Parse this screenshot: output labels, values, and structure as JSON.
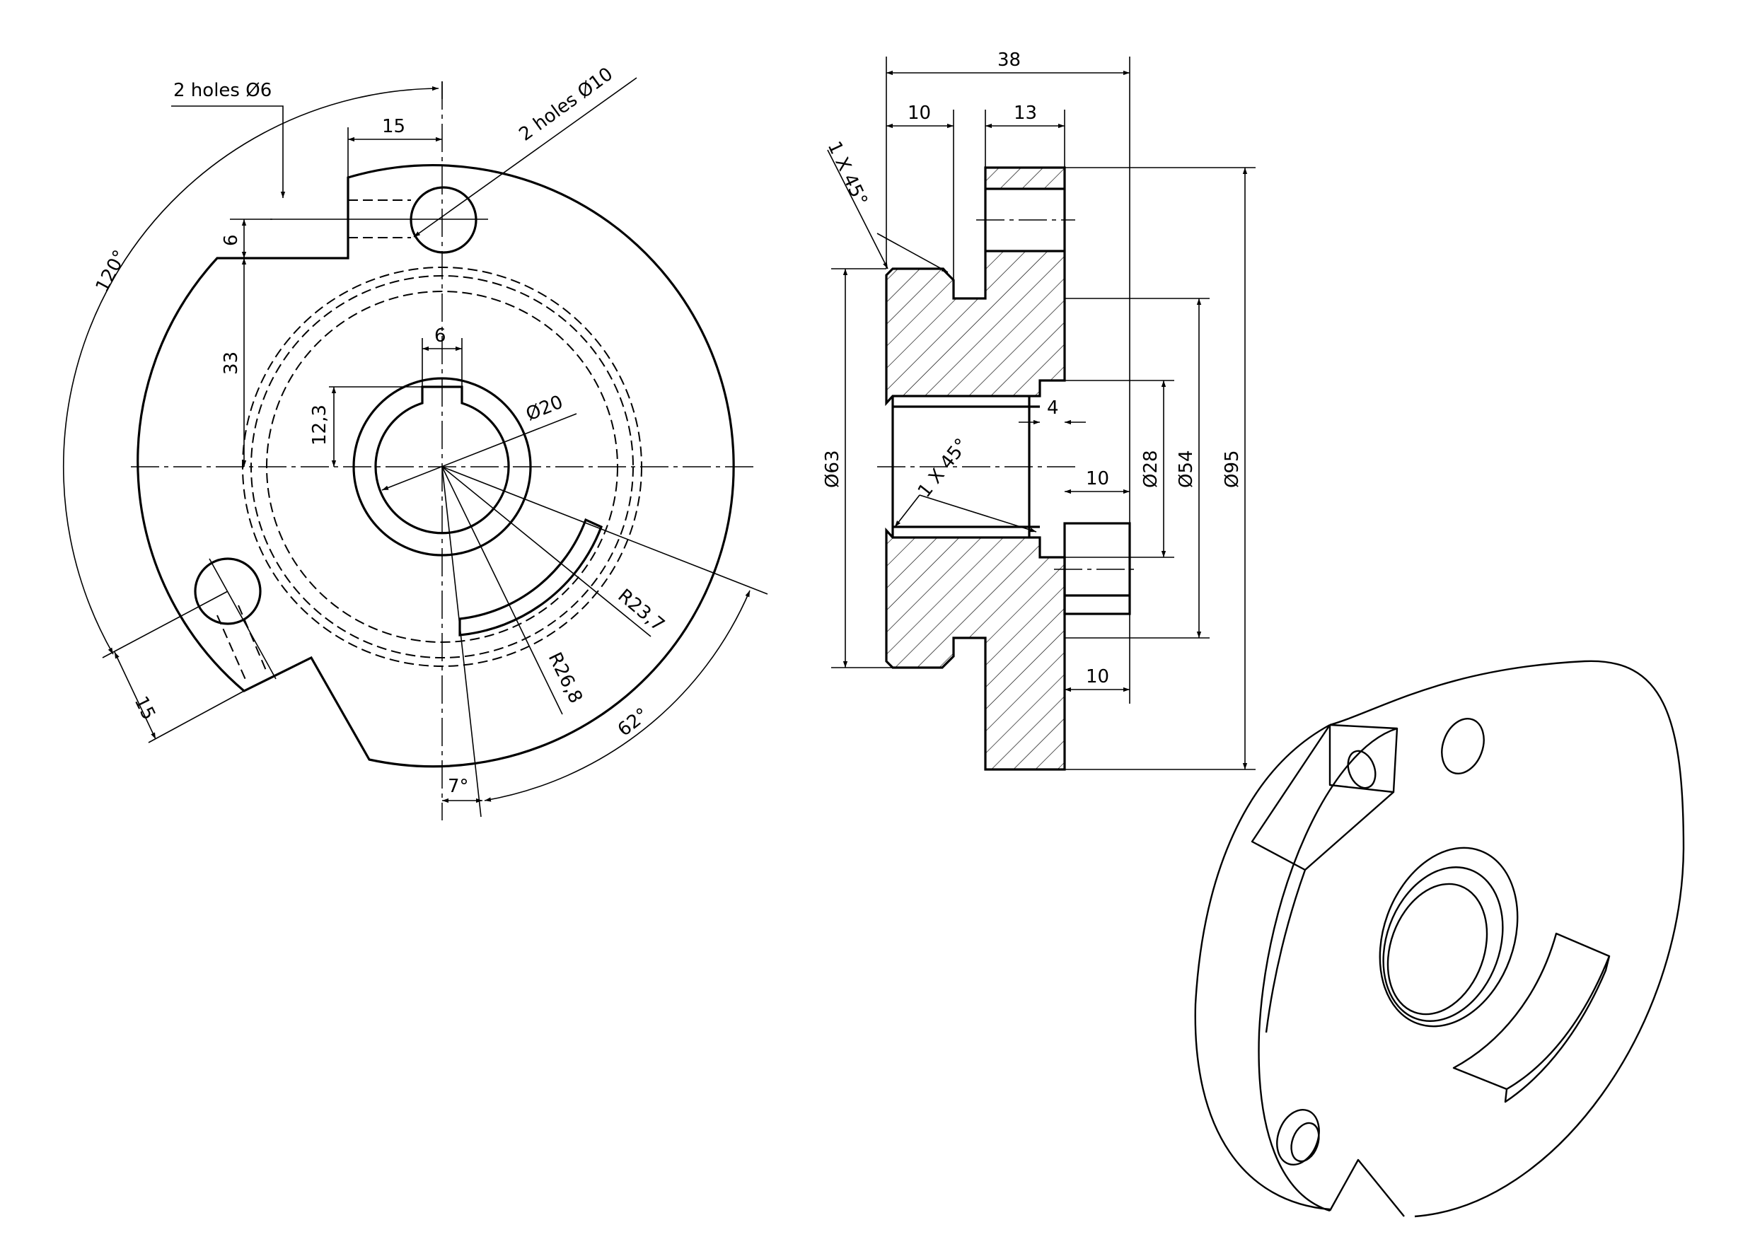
{
  "front_view": {
    "holes_small": "2 holes Ø6",
    "holes_large": "2 holes Ø10",
    "dim_slot_width": "15",
    "dim_hole6_offset": "6",
    "angle_120": "120°",
    "dim_33": "33",
    "dim_key_width": "6",
    "dim_key_depth": "12,3",
    "dim_bore": "Ø20",
    "radius_outer_slot": "R23,7",
    "radius_inner_slot": "R26,8",
    "dim_15_lower": "15",
    "angle_62": "62°",
    "angle_7": "7°"
  },
  "section_view": {
    "dim_38": "38",
    "dim_10_top": "10",
    "dim_13": "13",
    "chamfer_top": "1 X 45°",
    "chamfer_bore": "1 X 45°",
    "dim_4": "4",
    "dim_10_mid": "10",
    "dim_10_bottom": "10",
    "dia_63": "Ø63",
    "dia_28": "Ø28",
    "dia_54": "Ø54",
    "dia_95": "Ø95"
  }
}
